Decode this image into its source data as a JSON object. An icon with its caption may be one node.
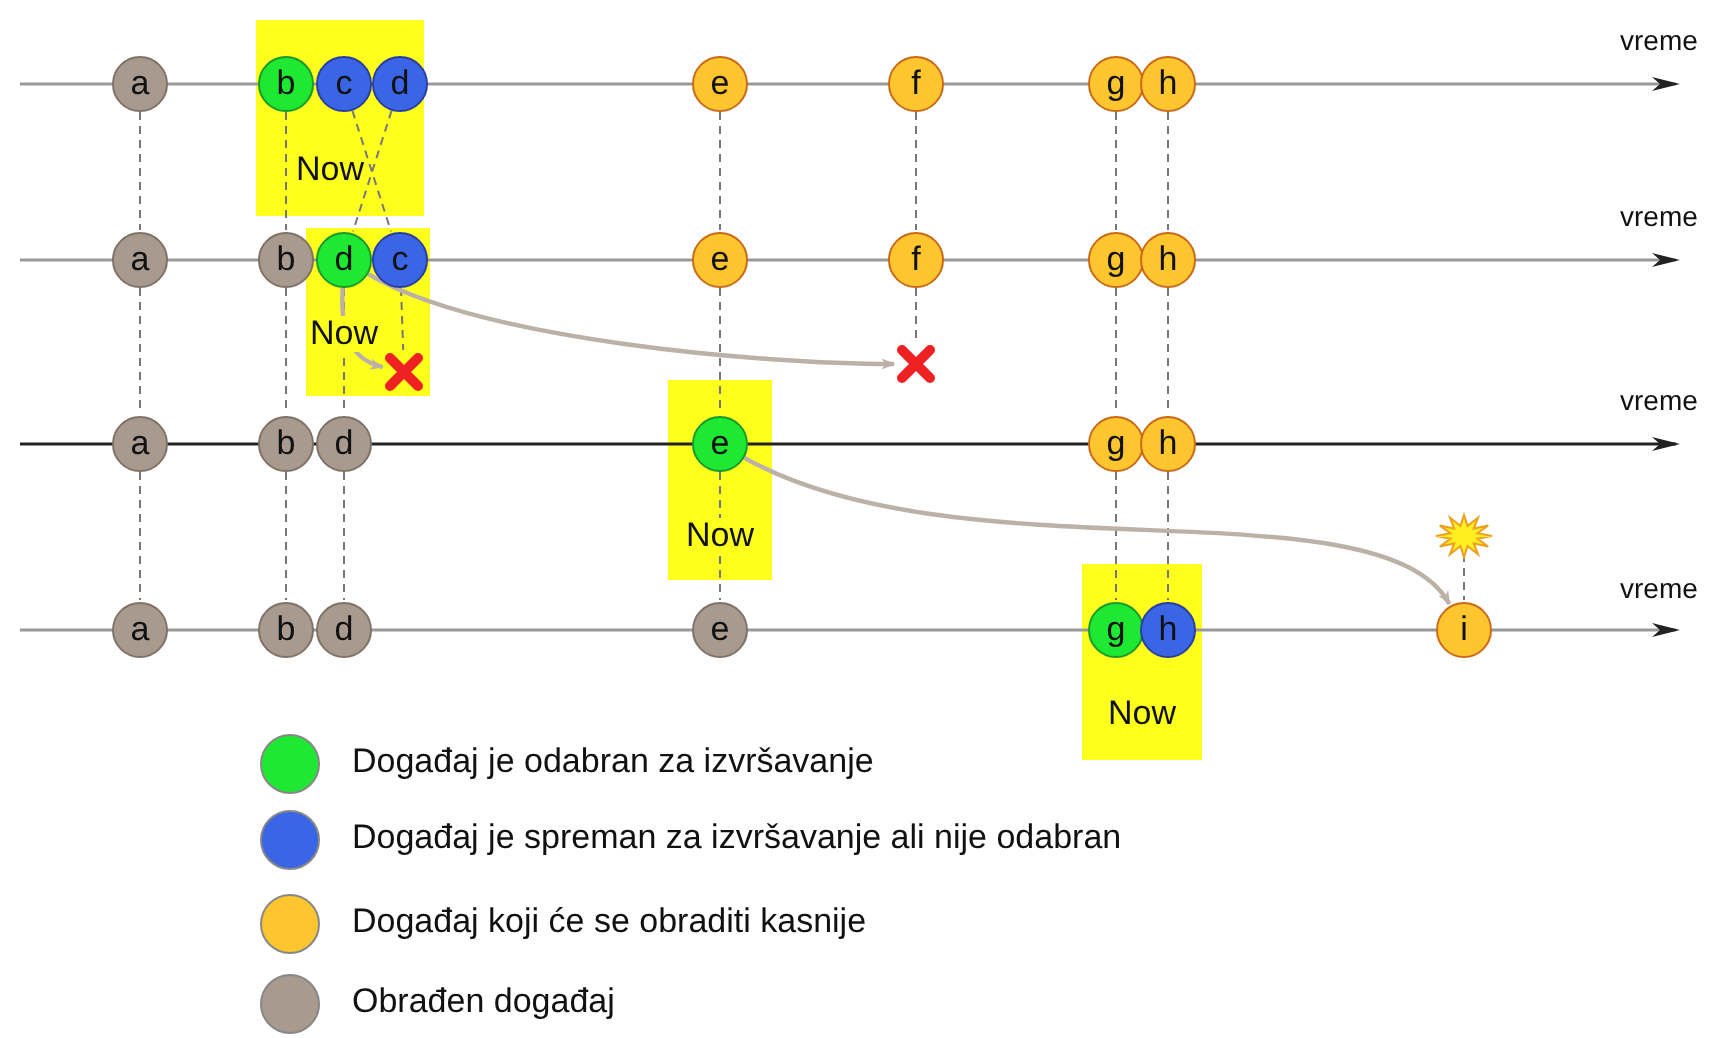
{
  "diagram": {
    "nodes": [
      {
        "text": [
          "a"
        ]
      },
      {
        "text": [
          "Now"
        ]
      },
      {
        "text": [
          "b"
        ],
        "in": 1
      },
      {
        "text": [
          "c"
        ],
        "in": 1
      },
      {
        "text": [
          "d"
        ],
        "in": 1
      },
      {
        "text": [
          "e"
        ]
      },
      {
        "text": [
          "f"
        ]
      },
      {
        "text": [
          "g"
        ]
      },
      {
        "text": [
          "h"
        ]
      },
      {
        "text": [
          "a"
        ]
      },
      {
        "text": [
          "b"
        ]
      },
      {
        "text": [
          "Now"
        ]
      },
      {
        "text": [
          "d"
        ],
        "in": 11
      },
      {
        "text": [
          "c"
        ],
        "in": 11
      },
      {
        "text": [],
        "shape": "cross",
        "in": 11
      },
      {
        "text": [
          "e"
        ]
      },
      {
        "text": [
          "f"
        ]
      },
      {
        "text": [],
        "shape": "cross"
      },
      {
        "text": [
          "g"
        ]
      },
      {
        "text": [
          "h"
        ]
      },
      {
        "text": [
          "a"
        ]
      },
      {
        "text": [
          "b"
        ]
      },
      {
        "text": [
          "d"
        ]
      },
      {
        "text": [
          "Now"
        ]
      },
      {
        "text": [
          "e"
        ],
        "in": 23
      },
      {
        "text": [
          "g"
        ]
      },
      {
        "text": [
          "h"
        ]
      },
      {
        "text": [
          "a"
        ]
      },
      {
        "text": [
          "b"
        ]
      },
      {
        "text": [
          "d"
        ]
      },
      {
        "text": [
          "e"
        ]
      },
      {
        "text": [
          "Now"
        ]
      },
      {
        "text": [
          "g"
        ],
        "in": 31
      },
      {
        "text": [
          "h"
        ],
        "in": 31
      },
      {
        "text": [],
        "shape": "star"
      },
      {
        "text": [
          "i"
        ]
      }
    ],
    "edges": [
      {
        "from": 0,
        "to": 9,
        "arrow": "none",
        "style": "dashed"
      },
      {
        "from": 2,
        "to": 10,
        "arrow": "none",
        "style": "dashed"
      },
      {
        "from": 3,
        "to": 13,
        "arrow": "none",
        "style": "dashed"
      },
      {
        "from": 4,
        "to": 12,
        "arrow": "none",
        "style": "dashed"
      },
      {
        "from": 5,
        "to": 15,
        "arrow": "none",
        "style": "dashed"
      },
      {
        "from": 6,
        "to": 16,
        "arrow": "none",
        "style": "dashed"
      },
      {
        "from": 7,
        "to": 18,
        "arrow": "none",
        "style": "dashed"
      },
      {
        "from": 8,
        "to": 19,
        "arrow": "none",
        "style": "dashed"
      },
      {
        "from": 9,
        "to": 20,
        "arrow": "none",
        "style": "dashed"
      },
      {
        "from": 10,
        "to": 21,
        "arrow": "none",
        "style": "dashed"
      },
      {
        "from": 12,
        "to": 22,
        "arrow": "none",
        "style": "dashed"
      },
      {
        "from": 13,
        "to": 14,
        "arrow": "none",
        "style": "dashed"
      },
      {
        "from": 15,
        "to": 24,
        "arrow": "none",
        "style": "dashed"
      },
      {
        "from": 16,
        "to": 17,
        "arrow": "none",
        "style": "dashed"
      },
      {
        "from": 18,
        "to": 25,
        "arrow": "none",
        "style": "dashed"
      },
      {
        "from": 19,
        "to": 26,
        "arrow": "none",
        "style": "dashed"
      },
      {
        "from": 20,
        "to": 27,
        "arrow": "none",
        "style": "dashed"
      },
      {
        "from": 21,
        "to": 28,
        "arrow": "none",
        "style": "dashed"
      },
      {
        "from": 22,
        "to": 29,
        "arrow": "none",
        "style": "dashed"
      },
      {
        "from": 24,
        "to": 30,
        "arrow": "none",
        "style": "dashed"
      },
      {
        "from": 25,
        "to": 32,
        "arrow": "none",
        "style": "dashed"
      },
      {
        "from": 26,
        "to": 33,
        "arrow": "none",
        "style": "dashed"
      },
      {
        "from": 34,
        "to": 35,
        "arrow": "none",
        "style": "dashed"
      },
      {
        "from": 12,
        "to": 14,
        "arrow": "to",
        "color": "#bbb1a7"
      },
      {
        "from": 12,
        "to": 17,
        "arrow": "to",
        "color": "#bbb1a7"
      },
      {
        "from": 24,
        "to": 35,
        "arrow": "to",
        "color": "#bbb1a7"
      }
    ],
    "labels": [
      "vreme",
      "vreme",
      "vreme",
      "vreme"
    ],
    "legend": [
      {
        "text": "Događaj je odabran za izvršavanje",
        "color": "#1ee832"
      },
      {
        "text": "Događaj je spreman za izvršavanje ali nije odabran",
        "color": "#3a66e6"
      },
      {
        "text": "Događaj koji će se obraditi kasnije",
        "color": "#fdc52e"
      },
      {
        "text": "Obrađen događaj",
        "color": "#a89a8e"
      }
    ]
  }
}
